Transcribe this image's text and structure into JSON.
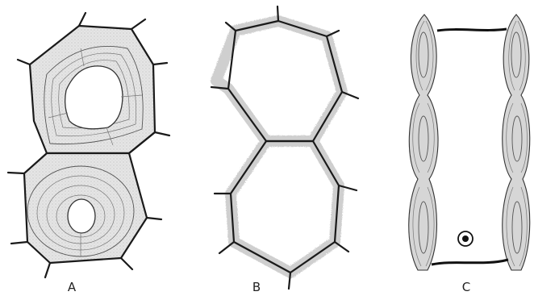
{
  "figure": {
    "panels": [
      {
        "id": "A",
        "label": "A"
      },
      {
        "id": "B",
        "label": "B"
      },
      {
        "id": "C",
        "label": "C"
      }
    ],
    "colors": {
      "ink": "#1a1a1a",
      "shade": "#d8d8d8",
      "background": "#ffffff"
    }
  }
}
